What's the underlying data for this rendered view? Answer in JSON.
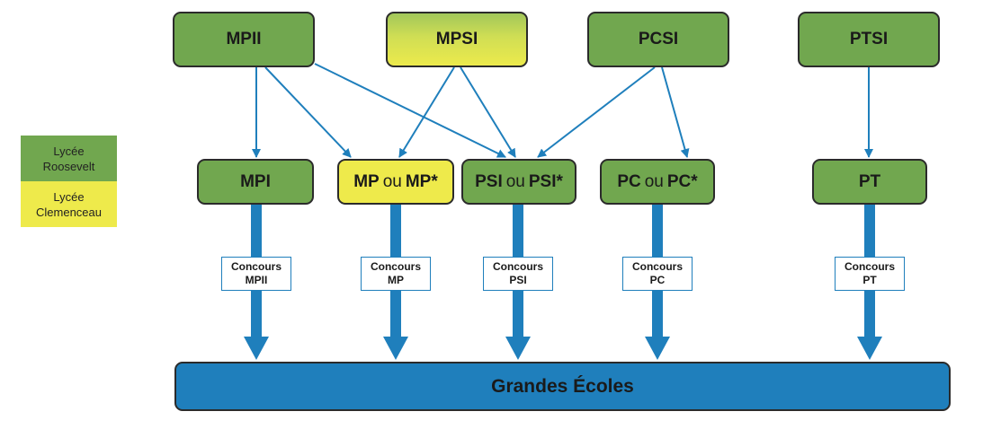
{
  "legend": [
    {
      "line1": "Lycée",
      "line2": "Roosevelt",
      "color": "#71a74f"
    },
    {
      "line1": "Lycée",
      "line2": "Clemenceau",
      "color": "#eeea4b"
    }
  ],
  "first_year": {
    "mpii": "MPII",
    "mpsi": "MPSI",
    "pcsi": "PCSI",
    "ptsi": "PTSI"
  },
  "second_year": {
    "mpi": "MPI",
    "mp": {
      "a": "MP",
      "ou": "ou",
      "b": "MP*"
    },
    "psi": {
      "a": "PSI",
      "ou": "ou",
      "b": "PSI*"
    },
    "pc": {
      "a": "PC",
      "ou": "ou",
      "b": "PC*"
    },
    "pt": "PT"
  },
  "concours": {
    "mpii": {
      "line1": "Concours",
      "line2": "MPII"
    },
    "mp": {
      "line1": "Concours",
      "line2": "MP"
    },
    "psi": {
      "line1": "Concours",
      "line2": "PSI"
    },
    "pc": {
      "line1": "Concours",
      "line2": "PC"
    },
    "pt": {
      "line1": "Concours",
      "line2": "PT"
    }
  },
  "destination": "Grandes Écoles",
  "colors": {
    "roosevelt_green": "#71a74f",
    "clemenceau_yellow": "#eeea4b",
    "arrow_blue": "#1f7fbc",
    "border": "#2b2b2b"
  }
}
